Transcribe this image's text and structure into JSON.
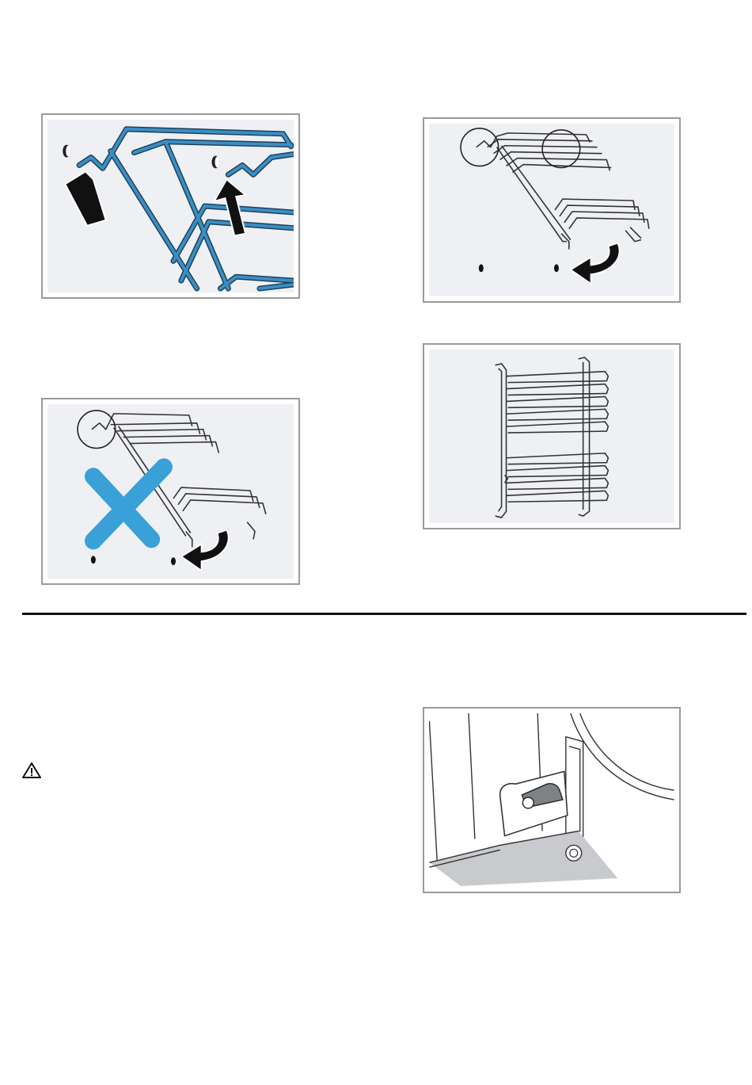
{
  "figures": [
    {
      "id": "fig1",
      "name": "hook-rack-into-holes"
    },
    {
      "id": "fig2",
      "name": "rotate-rack-down-correct"
    },
    {
      "id": "fig3",
      "name": "incorrect-hooking"
    },
    {
      "id": "fig4",
      "name": "rack-front-view"
    },
    {
      "id": "fig5",
      "name": "door-hinge-lock"
    }
  ],
  "icons": {
    "warning": "warning-icon",
    "arrow_up": "arrow-up-icon",
    "arrow_curved": "curved-arrow-icon",
    "cross": "cross-icon"
  },
  "colors": {
    "rack_blue": "#3a8fc4",
    "panel_bg": "#eef0f3",
    "border": "#9a9a9a",
    "cross_blue": "#3aa0d8"
  }
}
